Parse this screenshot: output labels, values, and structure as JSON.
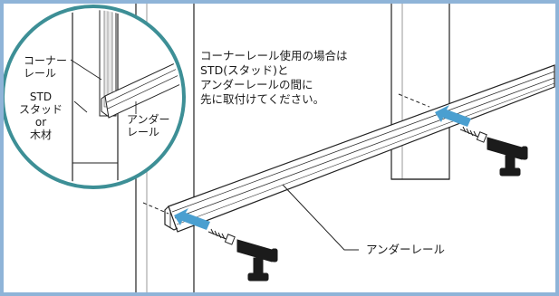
{
  "inset": {
    "corner_rail_label": "コーナー\nレール",
    "stud_label": "STD\nスタッド\nor\n木材",
    "under_rail_label": "アンダー\nレール"
  },
  "note": "コーナーレール使用の場合は\nSTD(スタッド)と\nアンダーレールの間に\n先に取付けてください。",
  "callout": {
    "under_rail_label": "アンダーレール"
  },
  "icons": [
    "screw-icon",
    "drill-icon",
    "insert-arrow-icon",
    "corner-rail-icon"
  ],
  "colors": {
    "frame": "#8fb4d8",
    "inset_circle": "#3d8f96",
    "arrow": "#4a9fd0",
    "drill": "#1b1b1b",
    "line": "#222222"
  }
}
